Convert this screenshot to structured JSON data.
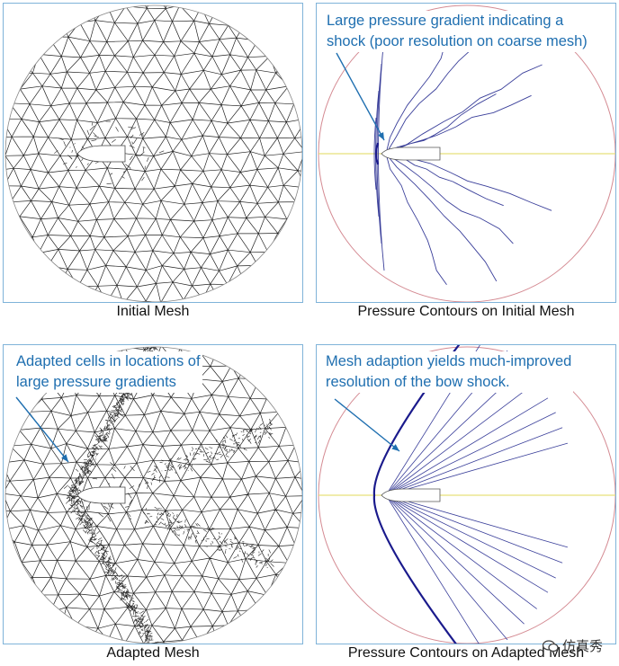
{
  "panels": [
    {
      "caption": "Initial Mesh",
      "annotation": [
        "",
        ""
      ]
    },
    {
      "caption": "Pressure Contours on Initial Mesh",
      "annotation": [
        "Large pressure gradient indicating a",
        "shock (poor resolution on coarse mesh)"
      ]
    },
    {
      "caption": "Adapted Mesh",
      "annotation": [
        "Adapted cells in locations of",
        "large pressure gradients"
      ]
    },
    {
      "caption": "Pressure Contours on Adapted Mesh",
      "annotation": [
        "Mesh adaption yields much-improved",
        "resolution of the bow shock."
      ]
    }
  ],
  "watermark": "仿真秀",
  "colors": {
    "frame": "#7fb3d9",
    "annotation": "#1f6fb0",
    "contour": "#3a3f9a",
    "shock": "#1a1a8c",
    "boundary": "#d48a92",
    "axis": "#e8e07a",
    "mesh": "#222222"
  }
}
